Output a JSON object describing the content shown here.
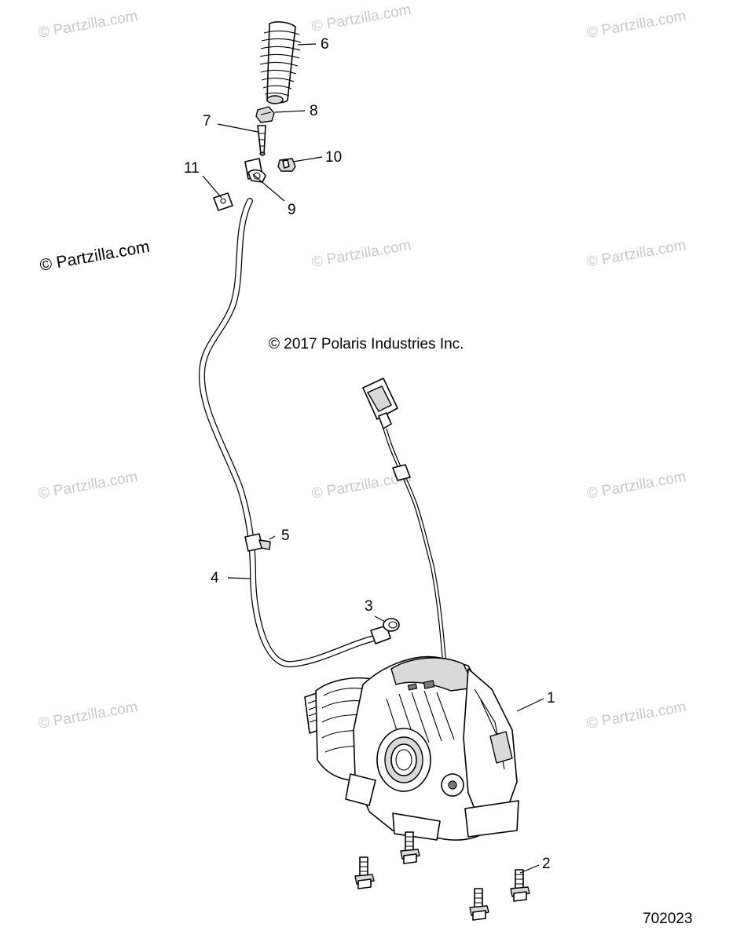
{
  "copyright_notice": "© 2017 Polaris Industries Inc.",
  "diagram_number": "702023",
  "watermark_text": "© Partzilla.com",
  "watermark_color": "#c9c9c9",
  "callouts": [
    "1",
    "2",
    "3",
    "4",
    "5",
    "6",
    "7",
    "8",
    "9",
    "10",
    "11"
  ]
}
